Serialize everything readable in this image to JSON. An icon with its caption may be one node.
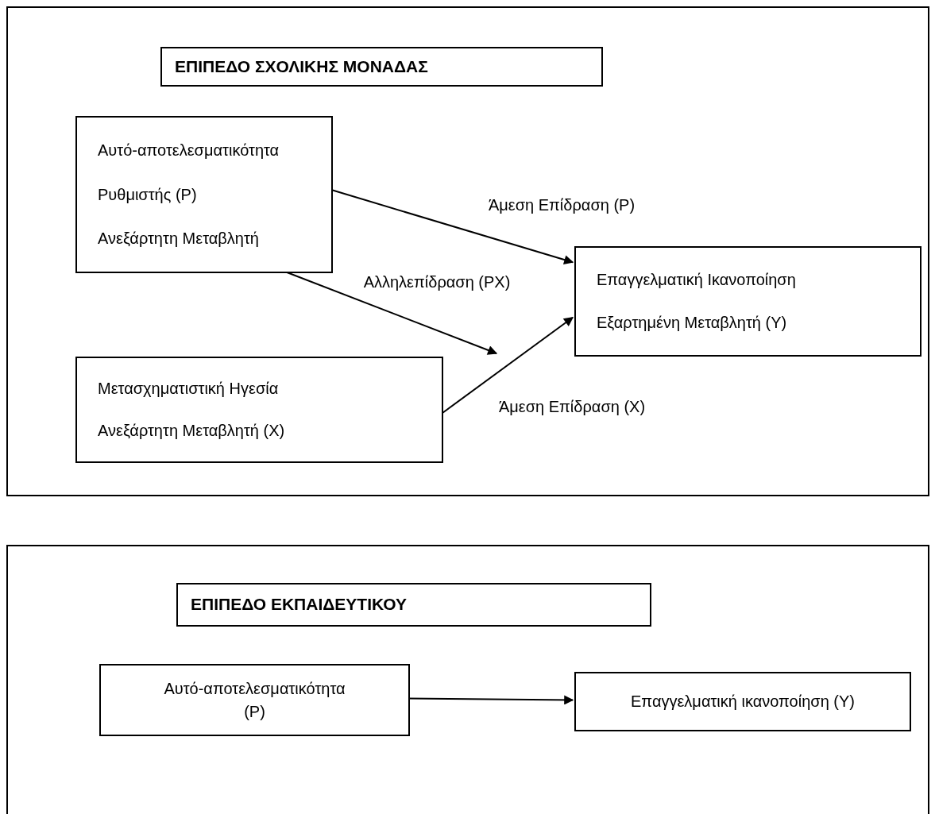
{
  "diagram": {
    "nodes": [
      {
        "text": [],
        "shape": "box"
      },
      {
        "text": [
          "ΕΠΙΠΕΔΟ ΣΧΟΛΙΚΗΣ ΜΟΝΑΔΑΣ"
        ],
        "in": 0
      },
      {
        "text": [
          "Αυτό-αποτελεσματικότητα",
          "Ρυθμιστής (Ρ)",
          "Ανεξάρτητη Μεταβλητή"
        ],
        "in": 0
      },
      {
        "text": [
          "Επαγγελματική Ικανοποίηση",
          "Εξαρτημένη Μεταβλητή (Υ)"
        ],
        "in": 0
      },
      {
        "text": [
          "Μετασχηματιστική Ηγεσία",
          "Ανεξάρτητη Μεταβλητή (Χ)"
        ],
        "in": 0
      },
      {
        "text": [],
        "shape": "box"
      },
      {
        "text": [
          "ΕΠΙΠΕΔΟ ΕΚΠΑΙΔΕΥΤΙΚΟΥ"
        ],
        "in": 5
      },
      {
        "text": [
          "Αυτό-αποτελεσματικότητα (Ρ)"
        ],
        "in": 5
      },
      {
        "text": [
          "Επαγγελματική ικανοποίηση (Υ)"
        ],
        "in": 5
      }
    ],
    "edges": [
      {
        "from": 2,
        "to": 3,
        "arrow": "to",
        "label": "Άμεση Επίδραση (Ρ)"
      },
      {
        "from": 2,
        "to": null,
        "arrow": "to",
        "label": "Αλληλεπίδραση (ΡΧ)"
      },
      {
        "from": 4,
        "to": 3,
        "arrow": "to",
        "label": "Άμεση Επίδραση (Χ)"
      },
      {
        "from": 7,
        "to": 8,
        "arrow": "to"
      }
    ]
  }
}
